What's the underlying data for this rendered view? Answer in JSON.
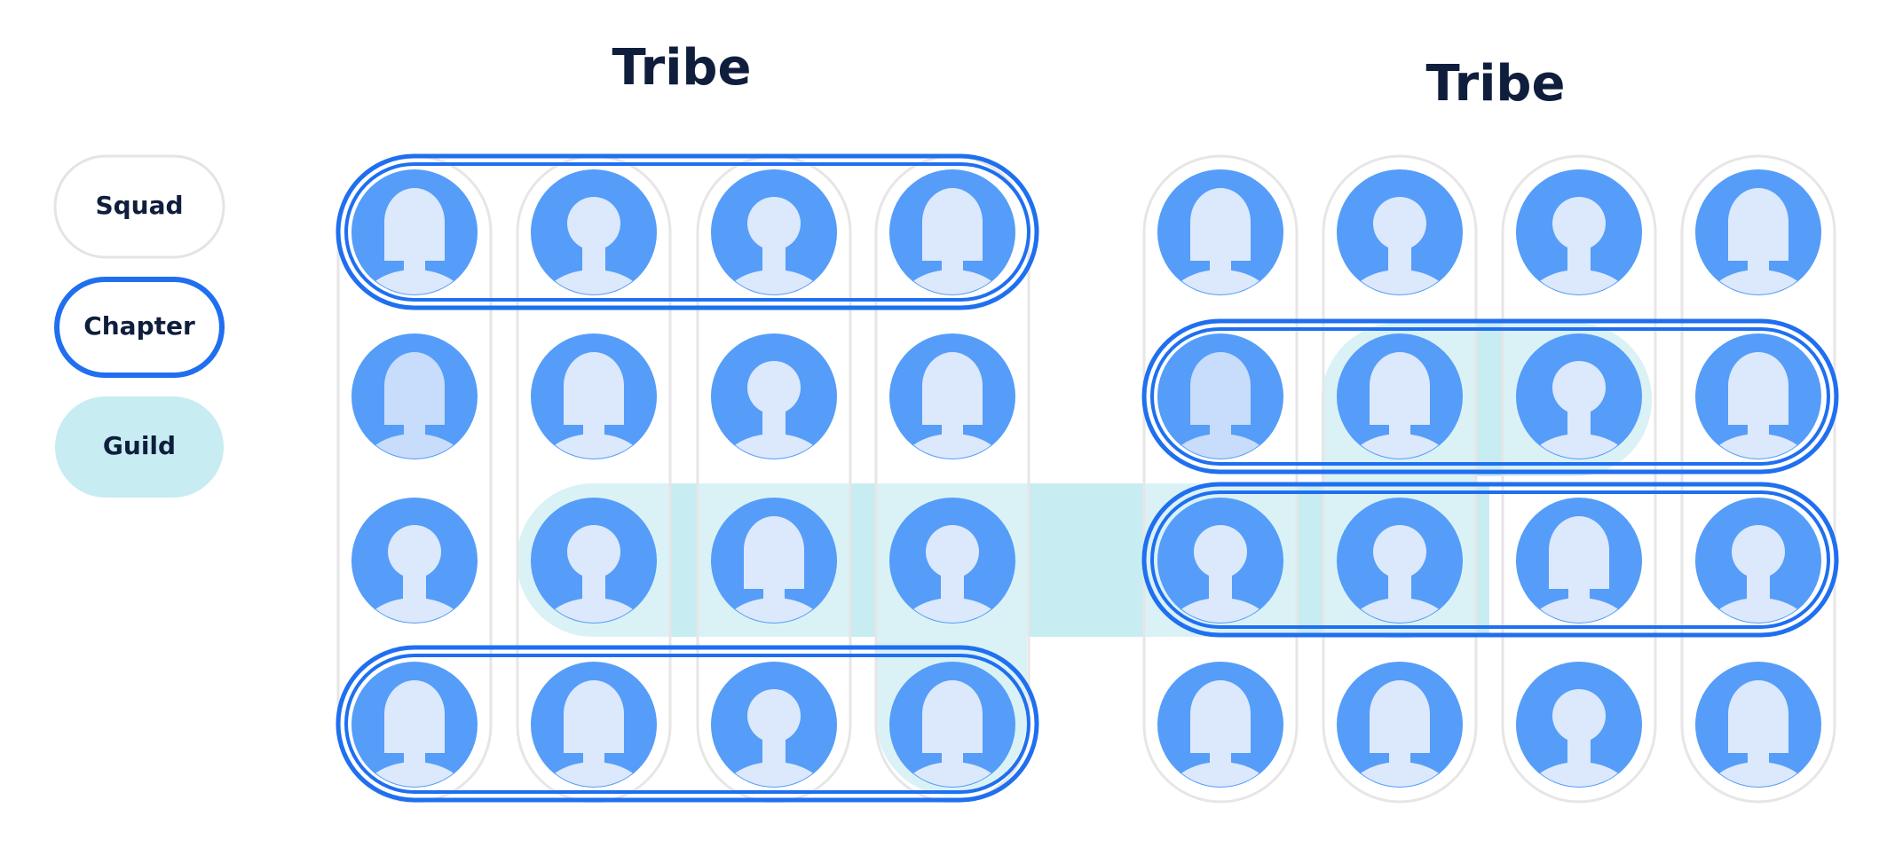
{
  "colors": {
    "background": "#ffffff",
    "squad_fill": "#ffffff",
    "squad_stroke": "#e6e6e6",
    "chapter_stroke": "#1f6ff0",
    "guild_fill": "#c7ecf2",
    "avatar_circle": "#559df8",
    "avatar_figure": "#dce8fc",
    "avatar_figure_alt": "#c8dcfb",
    "text": "#0f1e3c"
  },
  "legend": {
    "squad_label": "Squad",
    "chapter_label": "Chapter",
    "guild_label": "Guild"
  },
  "tribes": [
    {
      "title": "Tribe",
      "members": [
        [
          "female-avatar-icon",
          "male-avatar-icon",
          "male-avatar-icon",
          "female-avatar-icon"
        ],
        [
          "female-avatar-icon",
          "female-avatar-icon",
          "male-avatar-icon",
          "female-avatar-icon"
        ],
        [
          "male-avatar-icon",
          "male-avatar-icon",
          "female-avatar-icon",
          "male-avatar-icon"
        ],
        [
          "female-avatar-icon",
          "female-avatar-icon",
          "male-avatar-icon",
          "female-avatar-icon"
        ]
      ]
    },
    {
      "title": "Tribe",
      "members": [
        [
          "female-avatar-icon",
          "male-avatar-icon",
          "male-avatar-icon",
          "female-avatar-icon"
        ],
        [
          "female-avatar-icon",
          "female-avatar-icon",
          "male-avatar-icon",
          "female-avatar-icon"
        ],
        [
          "male-avatar-icon",
          "male-avatar-icon",
          "female-avatar-icon",
          "male-avatar-icon"
        ],
        [
          "female-avatar-icon",
          "female-avatar-icon",
          "male-avatar-icon",
          "female-avatar-icon"
        ]
      ]
    }
  ]
}
